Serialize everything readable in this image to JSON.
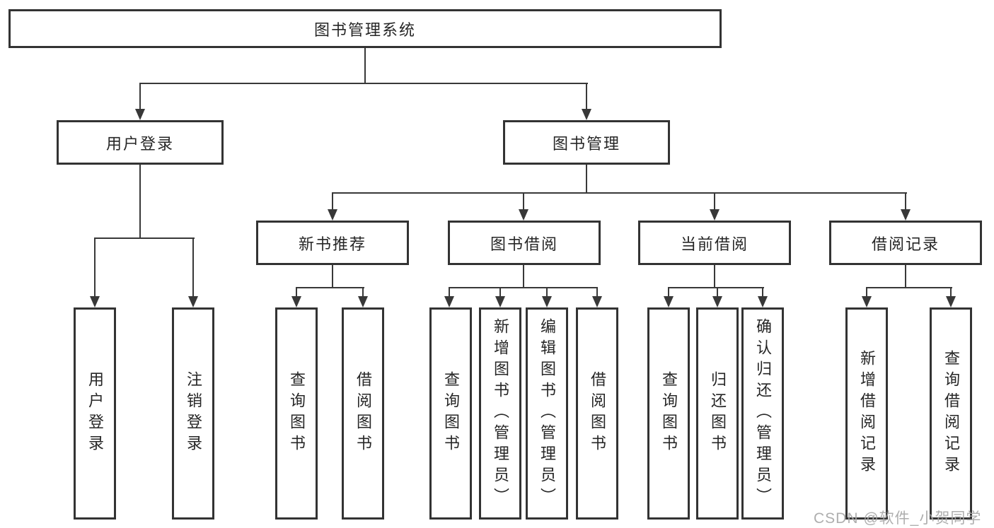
{
  "diagram": {
    "title_node": {
      "label": "图书管理系统"
    },
    "level2": [
      {
        "label": "用户登录"
      },
      {
        "label": "图书管理"
      }
    ],
    "level3": [
      {
        "label": "新书推荐",
        "parent": "图书管理"
      },
      {
        "label": "图书借阅",
        "parent": "图书管理"
      },
      {
        "label": "当前借阅",
        "parent": "图书管理"
      },
      {
        "label": "借阅记录",
        "parent": "图书管理"
      }
    ],
    "leaves": [
      {
        "label": "用户登录",
        "parent": "用户登录"
      },
      {
        "label": "注销登录",
        "parent": "用户登录"
      },
      {
        "label": "查询图书",
        "parent": "新书推荐"
      },
      {
        "label": "借阅图书",
        "parent": "新书推荐"
      },
      {
        "label": "查询图书",
        "parent": "图书借阅"
      },
      {
        "label": "新增图书（管理员）",
        "parent": "图书借阅"
      },
      {
        "label": "编辑图书（管理员）",
        "parent": "图书借阅"
      },
      {
        "label": "借阅图书",
        "parent": "图书借阅"
      },
      {
        "label": "查询图书",
        "parent": "当前借阅"
      },
      {
        "label": "归还图书",
        "parent": "当前借阅"
      },
      {
        "label": "确认归还（管理员）",
        "parent": "当前借阅"
      },
      {
        "label": "新增借阅记录",
        "parent": "借阅记录"
      },
      {
        "label": "查询借阅记录",
        "parent": "借阅记录"
      }
    ]
  },
  "watermark": {
    "text": "CSDN @软件_小贺同学"
  },
  "colors": {
    "line": "#383838",
    "border": "#333333",
    "text": "#262626",
    "watermark": "#a8a8a8",
    "background": "#ffffff"
  }
}
